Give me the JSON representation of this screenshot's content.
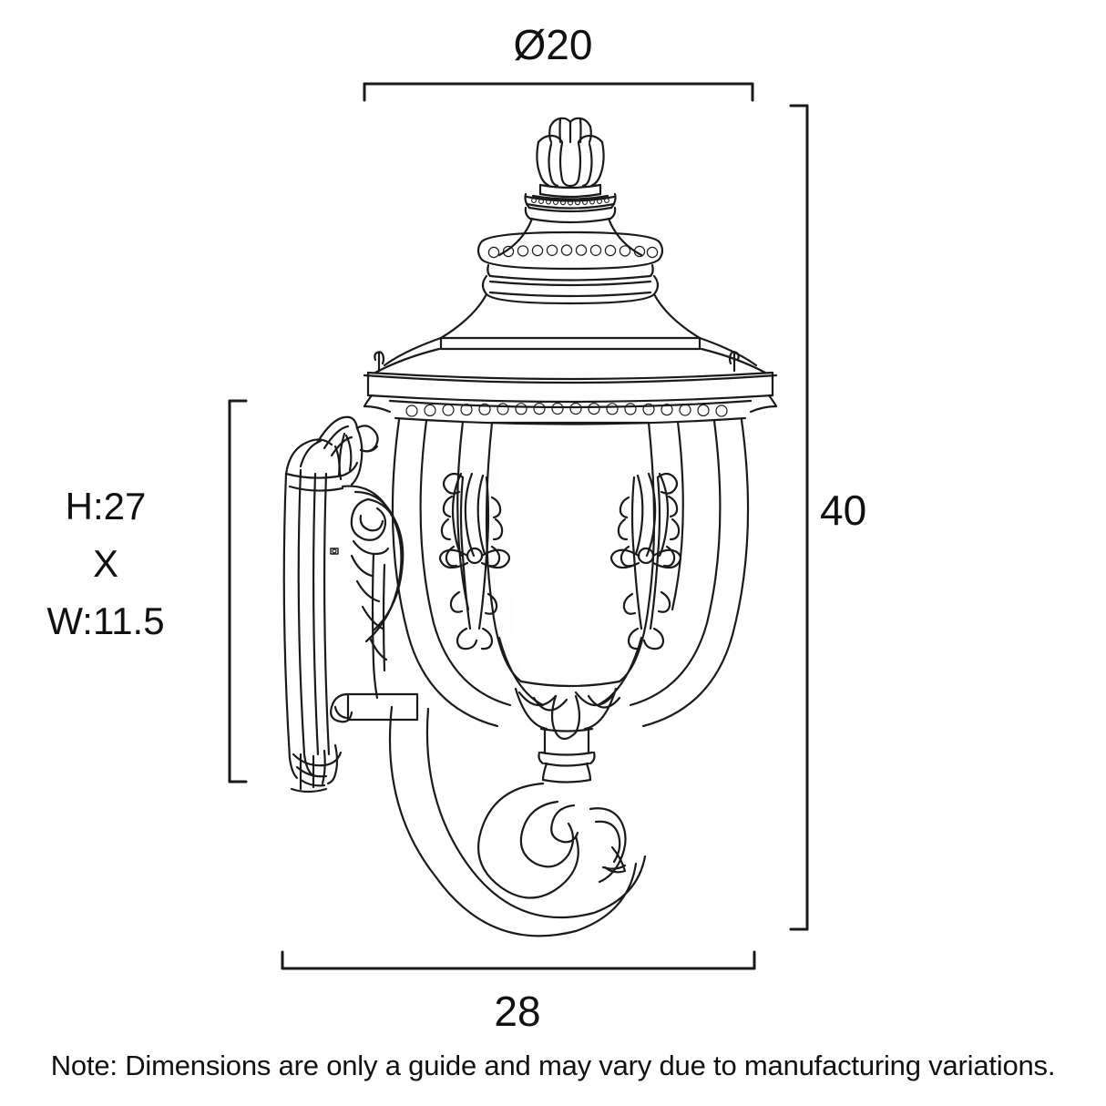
{
  "drawing": {
    "subject": "outdoor wall lantern",
    "title": "",
    "line_color": "#1a1a1a",
    "background_color": "#ffffff"
  },
  "dimensions": {
    "top": {
      "label": "Ø20",
      "name": "diameter-20"
    },
    "right": {
      "label": "40",
      "name": "height-40"
    },
    "bottom": {
      "label": "28",
      "name": "depth-28"
    },
    "left": {
      "line1": "H:27",
      "line2": "X",
      "line3": "W:11.5",
      "name": "glass-size"
    }
  },
  "note": {
    "text": "Note: Dimensions are only a guide and may vary due to manufacturing variations."
  }
}
